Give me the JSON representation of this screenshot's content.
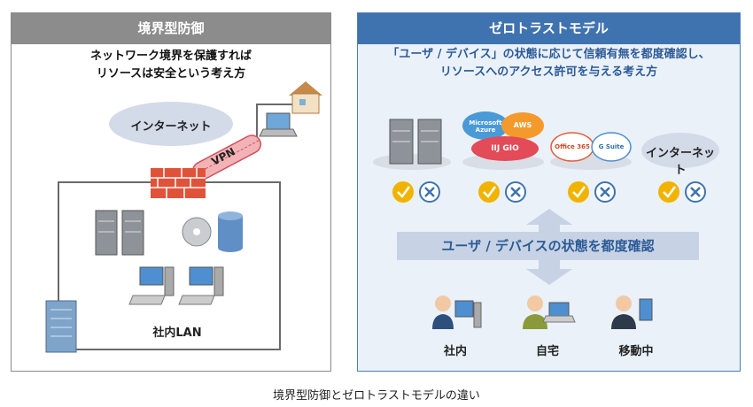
{
  "left": {
    "title": "境界型防御",
    "lead_line1": "ネットワーク境界を保護すれば",
    "lead_line2": "リソースは安全という考え方",
    "internet_label": "インターネット",
    "vpn_label": "VPN",
    "lan_label": "社内LAN"
  },
  "right": {
    "title": "ゼロトラストモデル",
    "lead_line1": "「ユーザ / デバイス」の状態に応じて信頼有無を都度確認し、",
    "lead_line2": "リソースへのアクセス許可を与える考え方",
    "services": {
      "azure": "Microsoft Azure",
      "aws": "AWS",
      "iij": "IIJ GIO",
      "office": "Office 365",
      "gsuite": "G Suite",
      "internet": "インターネット"
    },
    "banner": "ユーザ / デバイスの状態を都度確認",
    "locations": [
      "社内",
      "自宅",
      "移動中"
    ]
  },
  "caption": "境界型防御とゼロトラストモデルの違い",
  "colors": {
    "left_header": "#8c8c8c",
    "right_header": "#3f73b0",
    "check": "#f0b400",
    "cross": "#3f73b0",
    "firewall": "#e0533a"
  }
}
